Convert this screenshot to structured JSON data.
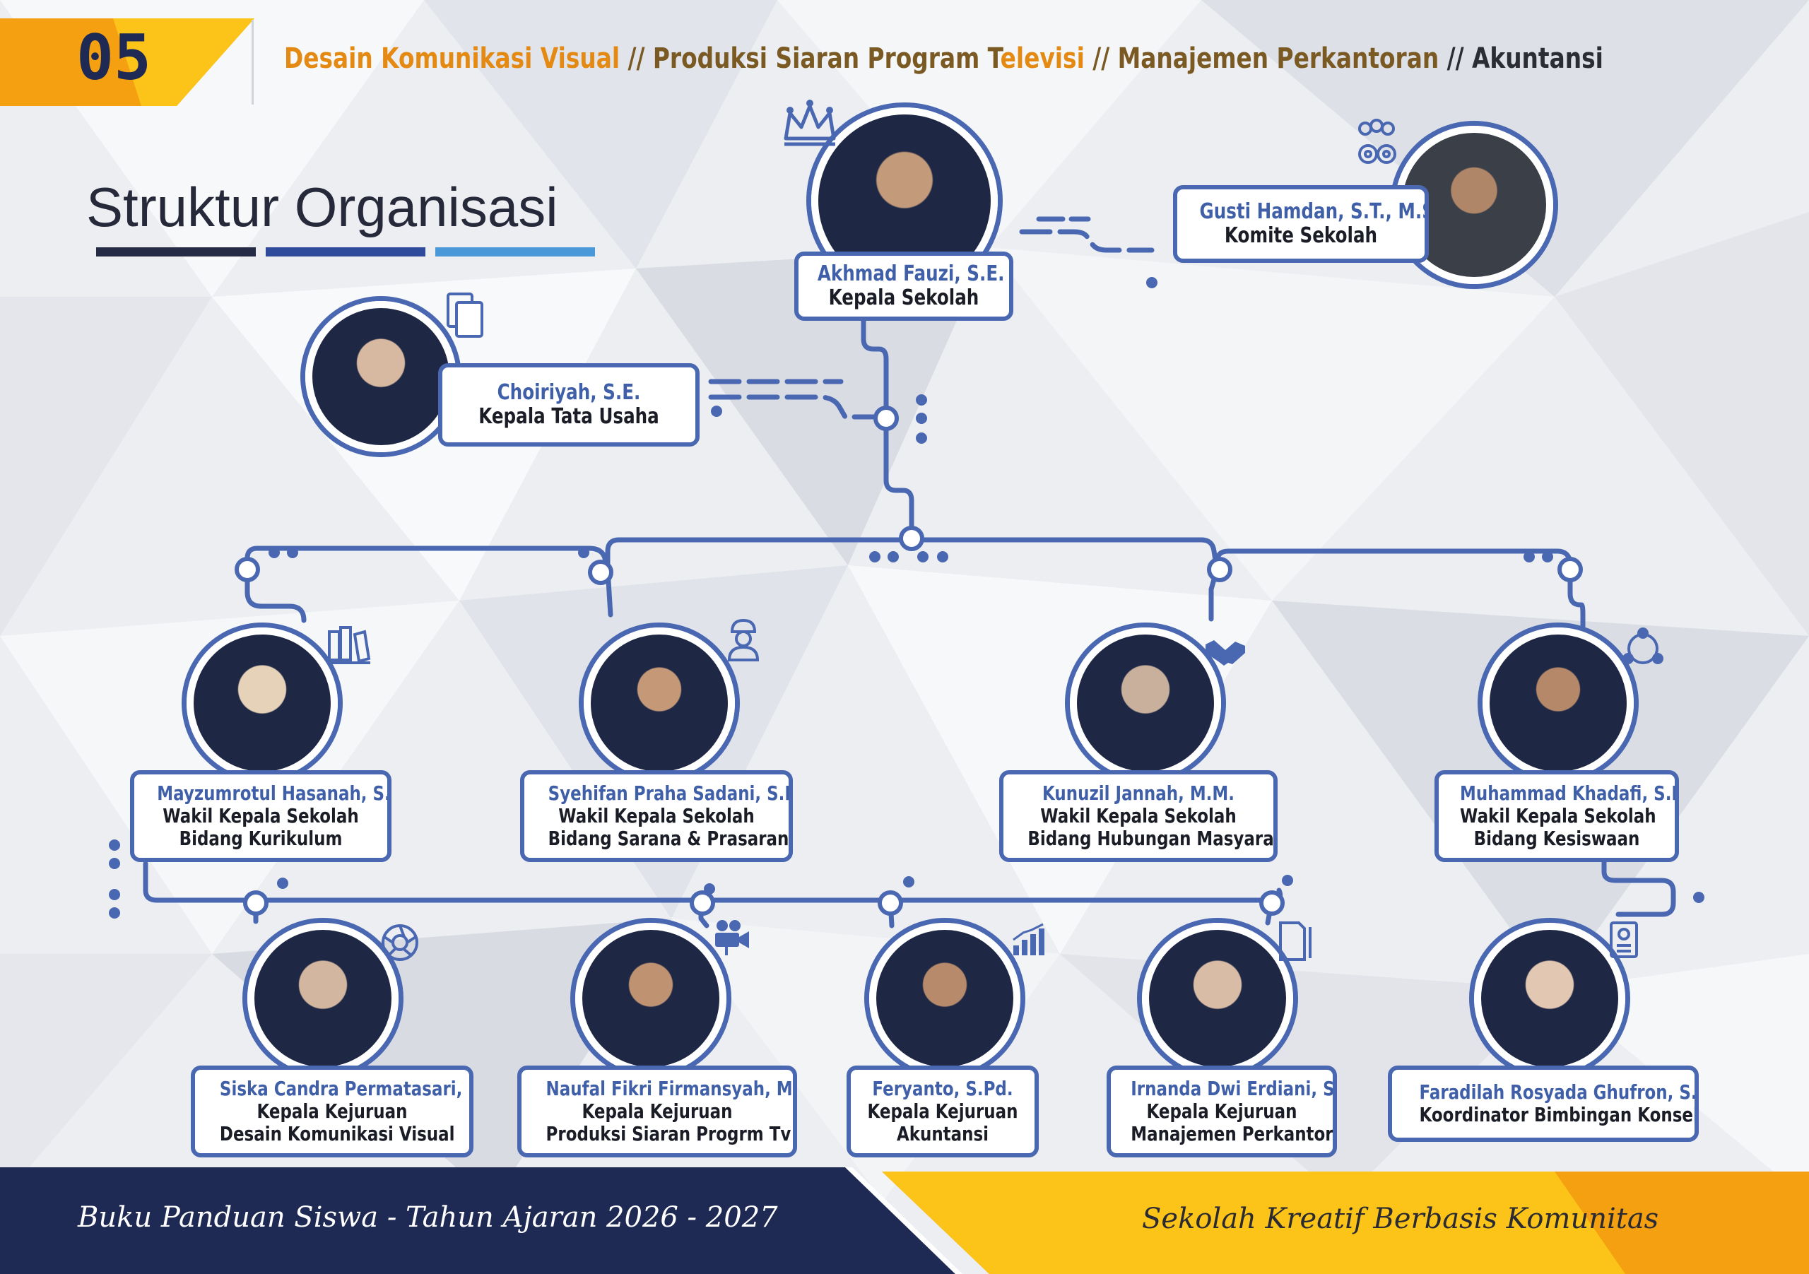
{
  "header": {
    "page_number": "05",
    "programs": [
      {
        "text": "Desain Komunikasi Visual",
        "tone": "orange"
      },
      {
        "text": " // ",
        "tone": "brown"
      },
      {
        "text": "Produksi Siaran Program T",
        "tone": "brown"
      },
      {
        "text": "elevisi",
        "tone": "orange"
      },
      {
        "text": " // ",
        "tone": "brown"
      },
      {
        "text": "Manajemen Perkantoran",
        "tone": "brown"
      },
      {
        "text": " // ",
        "tone": "dark"
      },
      {
        "text": "Akuntansi",
        "tone": "dark"
      }
    ]
  },
  "title": "Struktur Organisasi",
  "people": {
    "head": {
      "name": "Akhmad Fauzi, S.E.",
      "role": [
        "Kepala Sekolah"
      ]
    },
    "committee": {
      "name": "Gusti Hamdan, S.T., M.Sn.",
      "role": [
        "Komite Sekolah"
      ]
    },
    "admin": {
      "name": "Choiriyah, S.E.",
      "role": [
        "Kepala Tata Usaha"
      ]
    },
    "vice1": {
      "name": "Mayzumrotul Hasanah, S.Pd.",
      "role": [
        "Wakil Kepala Sekolah",
        "Bidang Kurikulum"
      ]
    },
    "vice2": {
      "name": "Syehifan Praha Sadani, S.Pd.",
      "role": [
        "Wakil Kepala Sekolah",
        "Bidang Sarana & Prasarana"
      ]
    },
    "vice3": {
      "name": "Kunuzil Jannah, M.M.",
      "role": [
        "Wakil Kepala Sekolah",
        "Bidang Hubungan Masyarakat"
      ]
    },
    "vice4": {
      "name": "Muhammad Khadafi, S.Pd.",
      "role": [
        "Wakil Kepala Sekolah",
        "Bidang Kesiswaan"
      ]
    },
    "dept1": {
      "name": "Siska Candra Permatasari, S.Pd.",
      "role": [
        "Kepala Kejuruan",
        "Desain Komunikasi Visual"
      ]
    },
    "dept2": {
      "name": "Naufal Fikri Firmansyah, M.Pd.",
      "role": [
        "Kepala Kejuruan",
        "Produksi Siaran Progrm Tv"
      ]
    },
    "dept3": {
      "name": "Feryanto, S.Pd.",
      "role": [
        "Kepala Kejuruan",
        "Akuntansi"
      ]
    },
    "dept4": {
      "name": "Irnanda Dwi Erdiani, S.Pd.",
      "role": [
        "Kepala Kejuruan",
        "Manajemen Perkantoran"
      ]
    },
    "counsel": {
      "name": "Faradilah Rosyada Ghufron, S.Sos",
      "role": [
        "Koordinator Bimbingan Konseling"
      ]
    }
  },
  "icons": {
    "head": "crown-icon",
    "committee": "team-gear-icon",
    "admin": "documents-icon",
    "vice1": "books-icon",
    "vice2": "worker-icon",
    "vice3": "handshake-icon",
    "vice4": "cycle-people-icon",
    "dept1": "camera-aperture-icon",
    "dept2": "video-camera-icon",
    "dept3": "bar-chart-icon",
    "dept4": "clipboard-icon",
    "counsel": "id-card-icon"
  },
  "footer": {
    "left": "Buku Panduan Siswa - Tahun Ajaran 2026 - 2027",
    "right": "Sekolah Kreatif Berbasis Komunitas"
  },
  "colors": {
    "primary_blue": "#4a68b2",
    "navy": "#1e2a54",
    "accent_orange": "#f5a011",
    "accent_yellow": "#fcc419"
  }
}
